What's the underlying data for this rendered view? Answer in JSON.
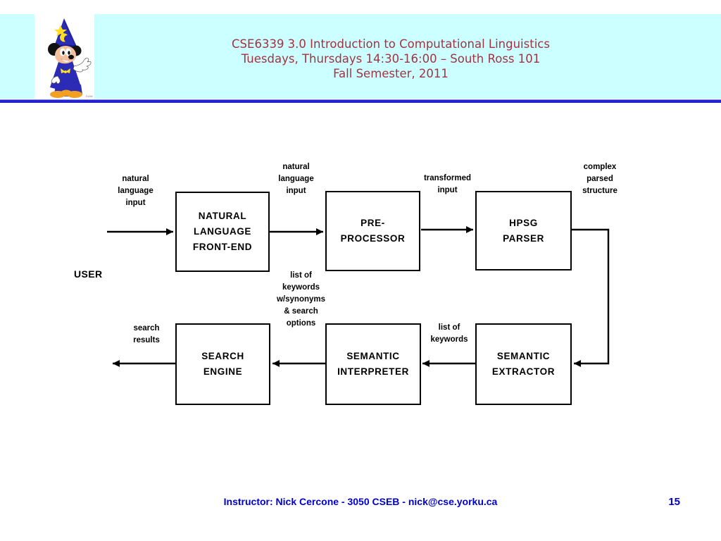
{
  "header": {
    "logo_alt": "sorcerer-mickey-logo",
    "logo_credit": "DAW",
    "title_lines": [
      "CSE6339 3.0 Introduction to Computational Linguistics",
      "Tuesdays, Thursdays 14:30-16:00 – South Ross 101",
      "Fall Semester, 2011"
    ],
    "banner_color": "#ccffff",
    "title_color": "#a33340",
    "rule_color": "#2222cc"
  },
  "diagram": {
    "actor": "USER",
    "nodes": [
      {
        "id": "nl-front-end",
        "label": "NATURAL\nLANGUAGE\nFRONT-END"
      },
      {
        "id": "pre-processor",
        "label": "PRE-\nPROCESSOR"
      },
      {
        "id": "hpsg-parser",
        "label": "HPSG\nPARSER"
      },
      {
        "id": "search-engine",
        "label": "SEARCH\nENGINE"
      },
      {
        "id": "semantic-interpreter",
        "label": "SEMANTIC\nINTERPRETER"
      },
      {
        "id": "semantic-extractor",
        "label": "SEMANTIC\nEXTRACTOR"
      }
    ],
    "edge_labels": [
      {
        "id": "user-input",
        "text": "natural\nlanguage\ninput"
      },
      {
        "id": "nl-input",
        "text": "natural\nlanguage\ninput"
      },
      {
        "id": "transformed-input",
        "text": "transformed\ninput"
      },
      {
        "id": "complex-structure",
        "text": "complex\nparsed\nstructure"
      },
      {
        "id": "keyword-list-full",
        "text": "list of\nkeywords\nw/synonyms\n& search\noptions"
      },
      {
        "id": "keyword-list",
        "text": "list of\nkeywords"
      },
      {
        "id": "search-results",
        "text": "search\nresults"
      }
    ]
  },
  "footer": {
    "instructor": "Instructor: Nick Cercone - 3050 CSEB - nick@cse.yorku.ca",
    "page_number": "15",
    "color": "#0000cc"
  }
}
